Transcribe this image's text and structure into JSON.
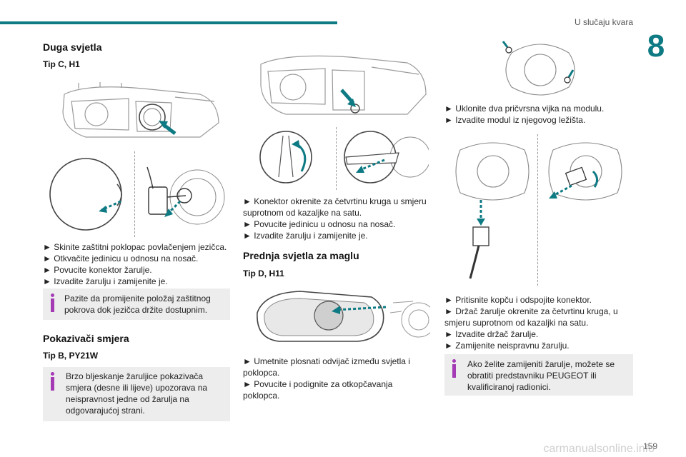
{
  "header": {
    "section_title": "U slučaju kvara",
    "chapter_number": "8"
  },
  "col1": {
    "h_duga": "Duga svjetla",
    "h_tip_c": "Tip C, H1",
    "steps_duga": [
      "► Skinite zaštitni poklopac povlačenjem jezičca.",
      "► Otkvačite jedinicu u odnosu na nosač.",
      "► Povucite konektor žarulje.",
      "► Izvadite žarulju i zamijenite je."
    ],
    "note_duga": "Pazite da promijenite položaj zaštitnog pokrova dok jezičca držite dostupnim.",
    "h_pokazivaci": "Pokazivači smjera",
    "h_tip_b": "Tip B, PY21W",
    "note_pokazivaci": "Brzo bljeskanje žaruljice pokazivača smjera (desne ili lijeve) upozorava na neispravnost jedne od žarulja na odgovarajućoj strani."
  },
  "col2": {
    "steps_top": [
      "► Konektor okrenite za četvrtinu kruga u smjeru suprotnom od kazaljke na satu.",
      "► Povucite jedinicu u odnosu na nosač.",
      "► Izvadite žarulju i zamijenite je."
    ],
    "h_magla": "Prednja svjetla za maglu",
    "h_tip_d": "Tip D, H11",
    "steps_magla": [
      "► Umetnite plosnati odvijač između svjetla i poklopca.",
      "► Povucite i podignite za otkopčavanja poklopca."
    ]
  },
  "col3": {
    "steps_top": [
      "► Uklonite dva pričvrsna vijka na modulu.",
      "► Izvadite modul iz njegovog ležišta."
    ],
    "steps_bottom": [
      "► Pritisnite kopču i odspojite konektor.",
      "► Držač žarulje okrenite za četvrtinu kruga, u smjeru suprotnom od kazaljki na satu.",
      "► Izvadite držač žarulje.",
      "► Zamijenite neispravnu žarulju."
    ],
    "note": "Ako želite zamijeniti žarulje, možete se obratiti predstavniku PEUGEOT ili kvalificiranoj radionici."
  },
  "footer": {
    "page_number": "159",
    "watermark": "carmanualsonline.info"
  },
  "colors": {
    "accent": "#0e7a83",
    "info_icon": "#a43bb5",
    "note_bg": "#ededed"
  }
}
